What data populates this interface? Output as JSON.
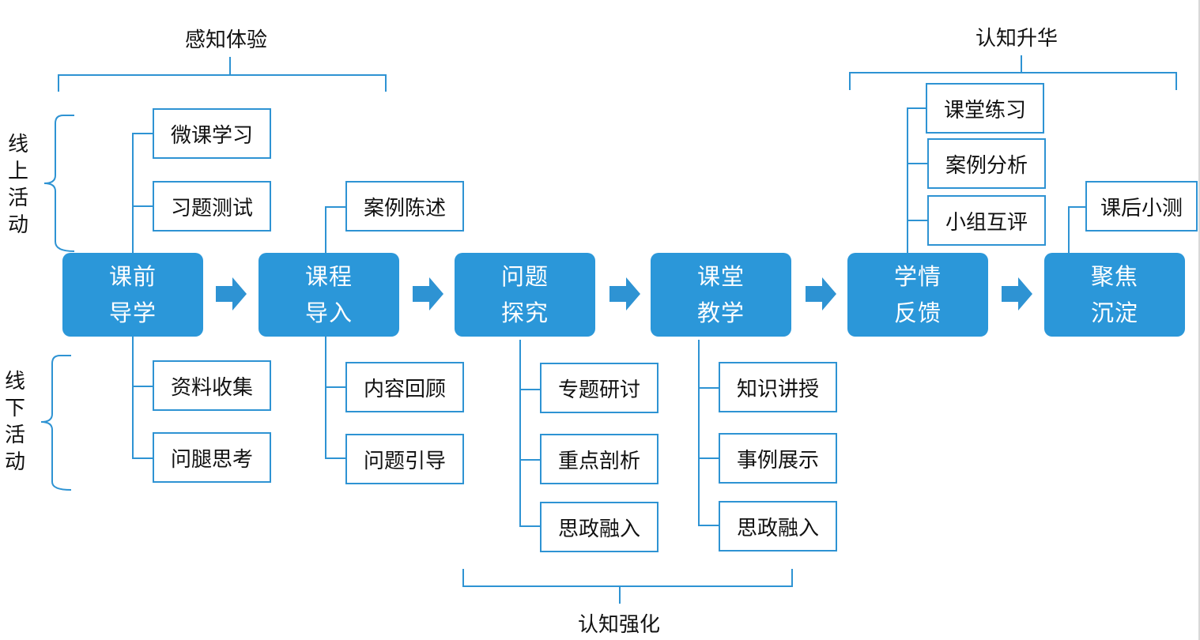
{
  "stages": [
    {
      "line1": "课前",
      "line2": "导学"
    },
    {
      "line1": "课程",
      "line2": "导入"
    },
    {
      "line1": "问题",
      "line2": "探究"
    },
    {
      "line1": "课堂",
      "line2": "教学"
    },
    {
      "line1": "学情",
      "line2": "反馈"
    },
    {
      "line1": "聚焦",
      "line2": "沉淀"
    }
  ],
  "groups": {
    "perception": "感知体验",
    "reinforce": "认知强化",
    "elevate": "认知升华",
    "online": "线上活动",
    "offline": "线下活动"
  },
  "activities": {
    "preclass": [
      "微课学习",
      "习题测试",
      "资料收集",
      "问腿思考"
    ],
    "intro": [
      "案例陈述",
      "内容回顾",
      "问题引导"
    ],
    "explore": [
      "专题研讨",
      "重点剖析",
      "思政融入"
    ],
    "teach": [
      "知识讲授",
      "事例展示",
      "思政融入"
    ],
    "feedback": [
      "课堂练习",
      "案例分析",
      "小组互评"
    ],
    "focus": [
      "课后小测"
    ]
  },
  "colors": {
    "stage_fill": "#2b97d9",
    "connector": "#2e93d3"
  }
}
